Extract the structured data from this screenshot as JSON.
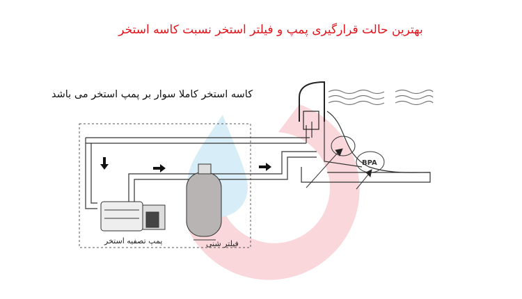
{
  "title": "بهترین حالت قرارگیری پمپ و  فیلتر استخر نسبت کاسه استخر",
  "note": "کاسه استخر کاملا سوار بر پمپ استخر می باشد",
  "labels": {
    "pump": "پمپ تصفیه استخر",
    "filter": "فیلتر شنی",
    "fitting": "BPA"
  },
  "colors": {
    "title": "#e3141c",
    "watermark_red": "#f7c9cc",
    "watermark_blue": "#cfe9f6"
  }
}
